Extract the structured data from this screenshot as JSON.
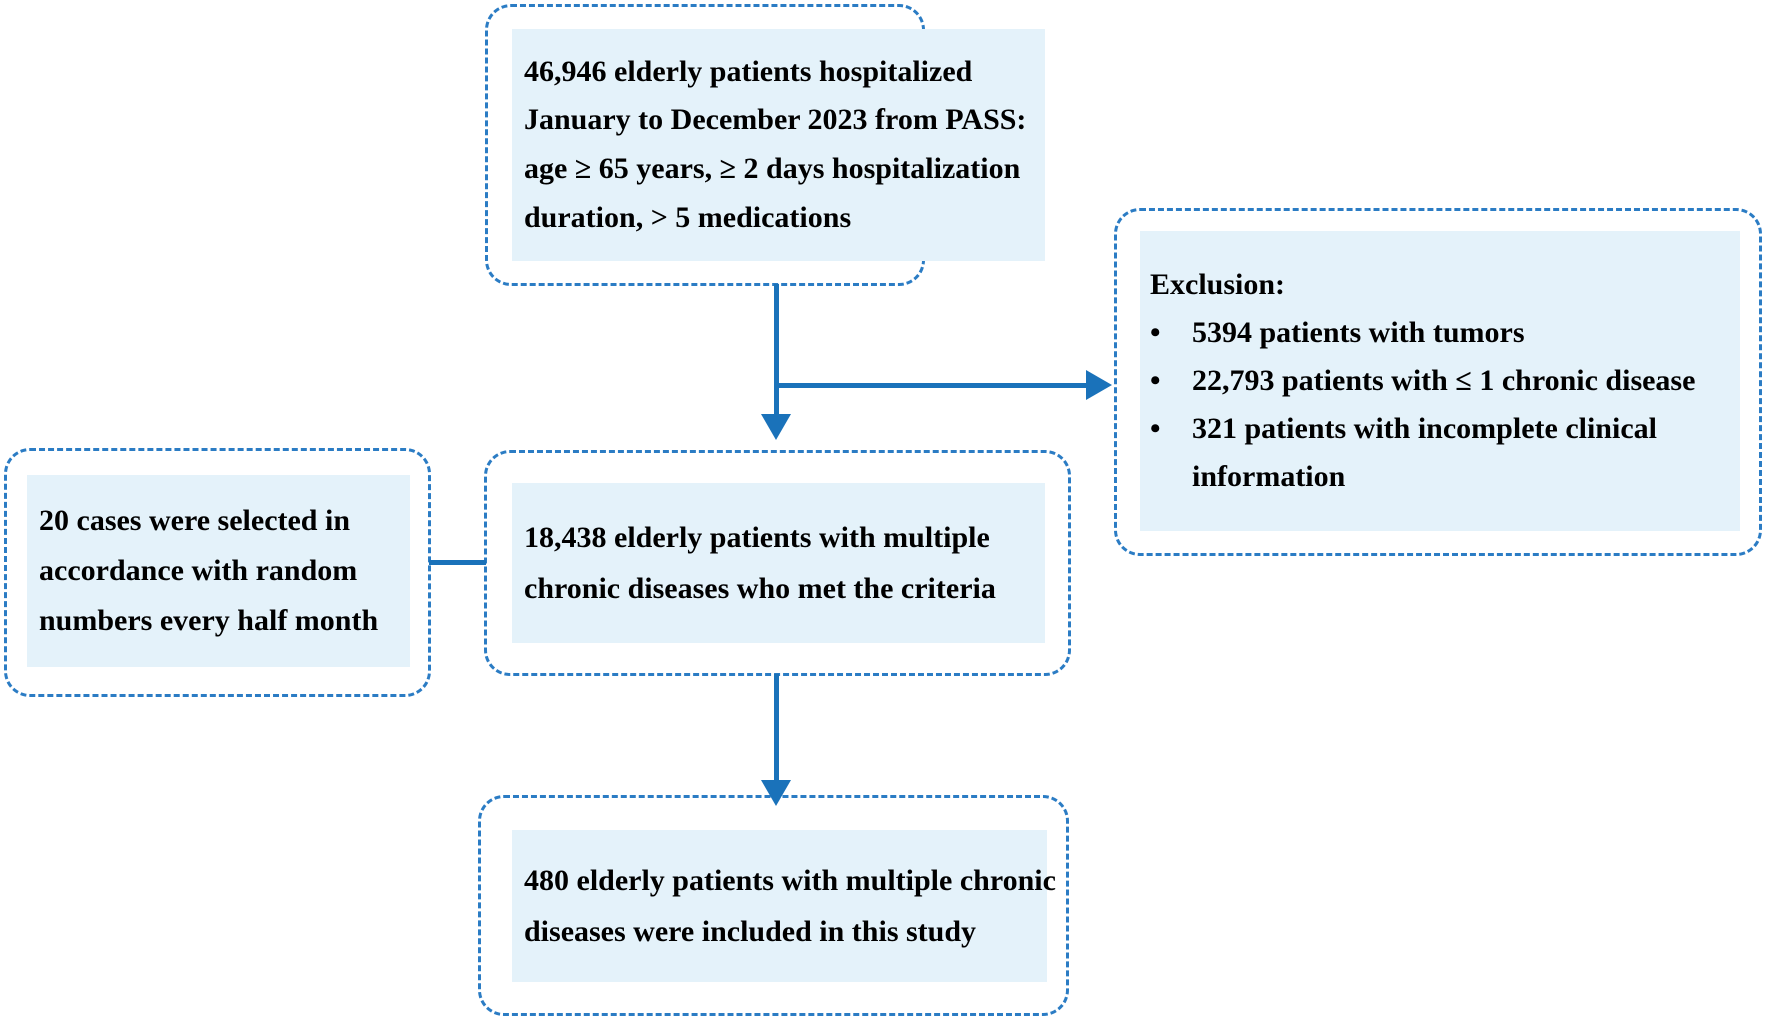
{
  "figure": {
    "type": "flowchart",
    "kind": "patient-selection-flow-diagram",
    "accent_color": "#1a72ba",
    "panel_fill": "#e4f2fa",
    "border_color": "#2b7cc4"
  },
  "nodes": {
    "source_cohort": {
      "name": "source-cohort-box",
      "lines": [
        "46,946 elderly patients hospitalized",
        "January to December 2023 from PASS:",
        "age ≥ 65 years, ≥ 2 days hospitalization",
        "duration, > 5 medications"
      ],
      "count": "46,946"
    },
    "exclusion": {
      "name": "exclusion-box",
      "heading": "Exclusion:",
      "items": [
        {
          "bullet": "•",
          "text": "5394 patients with tumors",
          "count": "5394"
        },
        {
          "bullet": "•",
          "text": "22,793 patients with ≤ 1 chronic disease",
          "count": "22,793"
        },
        {
          "bullet": "•",
          "text": "321 patients with incomplete clinical",
          "continuation": "information",
          "count": "321"
        }
      ]
    },
    "sampling_note": {
      "name": "random-sampling-note-box",
      "lines": [
        "20 cases were selected in",
        "accordance with random",
        "numbers every half month"
      ],
      "count": "20"
    },
    "eligible_cohort": {
      "name": "eligible-cohort-box",
      "lines": [
        "18,438 elderly patients with multiple",
        "chronic diseases who met the criteria"
      ],
      "count": "18,438"
    },
    "included_cohort": {
      "name": "included-cohort-box",
      "lines": [
        "480 elderly patients with multiple chronic",
        "diseases were included in this study"
      ],
      "count": "480"
    }
  },
  "connectors": [
    {
      "name": "source-to-eligible-arrow",
      "from": "source_cohort",
      "to": "eligible_cohort",
      "direction": "down",
      "arrowhead": true
    },
    {
      "name": "source-to-exclusion-arrow",
      "from": "source_cohort",
      "to": "exclusion",
      "direction": "right",
      "arrowhead": true
    },
    {
      "name": "sampling-note-to-eligible-line",
      "from": "sampling_note",
      "to": "eligible_cohort",
      "direction": "right",
      "arrowhead": false
    },
    {
      "name": "eligible-to-included-arrow",
      "from": "eligible_cohort",
      "to": "included_cohort",
      "direction": "down",
      "arrowhead": true
    }
  ]
}
